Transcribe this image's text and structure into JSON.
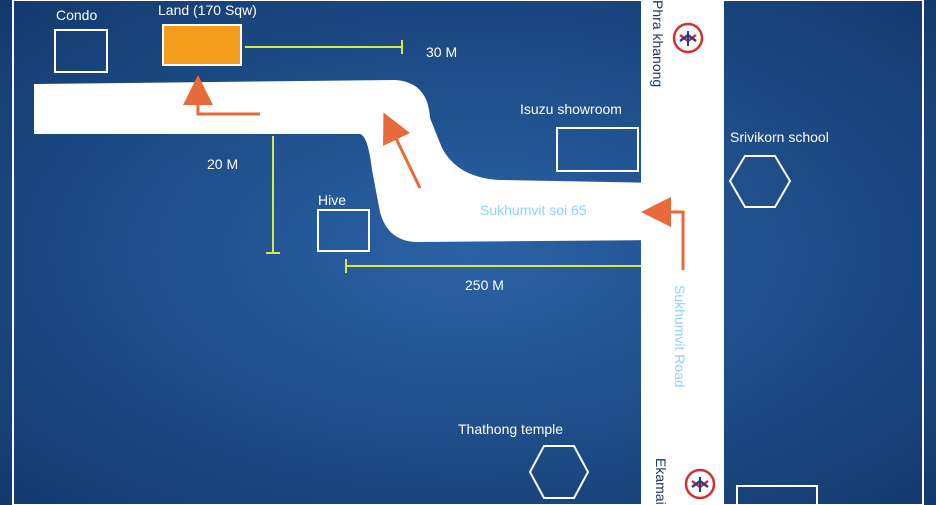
{
  "labels": {
    "condo": "Condo",
    "land": "Land (170 Sqw)",
    "dist_30": "30 M",
    "dist_20": "20 M",
    "dist_250": "250 M",
    "hive": "Hive",
    "isuzu": "Isuzu showroom",
    "soi": "Sukhumvit soi 65",
    "sukhumvit_road": "Sukhumvit Road",
    "phra_khanong": "Phra khanong",
    "ekamai": "Ekamai",
    "srivikorn": "Srivikorn school",
    "thathong": "Thathong temple"
  },
  "icons": {
    "station": "bts-station-icon",
    "hexagon": "hexagon-landmark-icon"
  },
  "colors": {
    "background": "#1b4a85",
    "road": "#ffffff",
    "land_highlight": "#f39c1e",
    "arrow": "#e8693a",
    "measure": "#d8e84a",
    "road_label": "#8fd3ff",
    "station_red": "#d32f2f",
    "station_blue": "#283a8c"
  }
}
